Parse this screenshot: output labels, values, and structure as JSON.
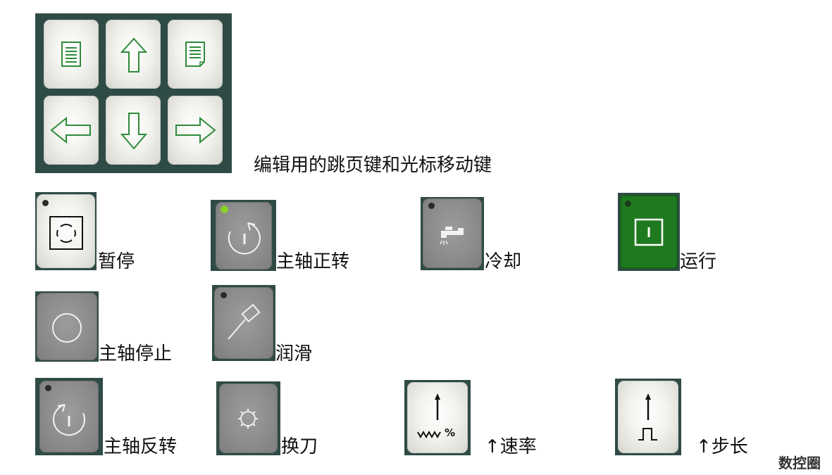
{
  "nav_panel": {
    "caption": "编辑用的跳页键和光标移动键",
    "keys": [
      {
        "name": "page-up-key",
        "icon": "page-up-icon"
      },
      {
        "name": "cursor-up-key",
        "icon": "arrow-up-icon"
      },
      {
        "name": "page-down-key",
        "icon": "page-down-icon"
      },
      {
        "name": "cursor-left-key",
        "icon": "arrow-left-icon"
      },
      {
        "name": "cursor-down-key",
        "icon": "arrow-down-icon"
      },
      {
        "name": "cursor-right-key",
        "icon": "arrow-right-icon"
      }
    ]
  },
  "function_keys": {
    "pause": {
      "label": "暂停",
      "icon": "pause-icon",
      "led": "off"
    },
    "spindle_forward": {
      "label": "主轴正转",
      "icon": "rotate-clockwise-icon",
      "led": "on"
    },
    "coolant": {
      "label": "冷却",
      "icon": "faucet-icon",
      "led": "off"
    },
    "run": {
      "label": "运行",
      "icon": "run-icon",
      "led": "off"
    },
    "spindle_stop": {
      "label": "主轴停止",
      "icon": "circle-icon"
    },
    "lubrication": {
      "label": "润滑",
      "icon": "lubrication-icon",
      "led": "off"
    },
    "spindle_reverse": {
      "label": "主轴反转",
      "icon": "rotate-counterclockwise-icon",
      "led": "off"
    },
    "tool_change": {
      "label": "换刀",
      "icon": "tool-change-icon"
    },
    "rate": {
      "label": "↑速率",
      "icon_text": "%"
    },
    "step": {
      "label": "↑步长",
      "icon": "step-pulse-icon"
    }
  },
  "watermark": "数控圈",
  "colors": {
    "panel": "#2f4b46",
    "icon_green": "#2e8b3a",
    "run_green": "#1f7a1f",
    "led_on": "#86d61a"
  }
}
